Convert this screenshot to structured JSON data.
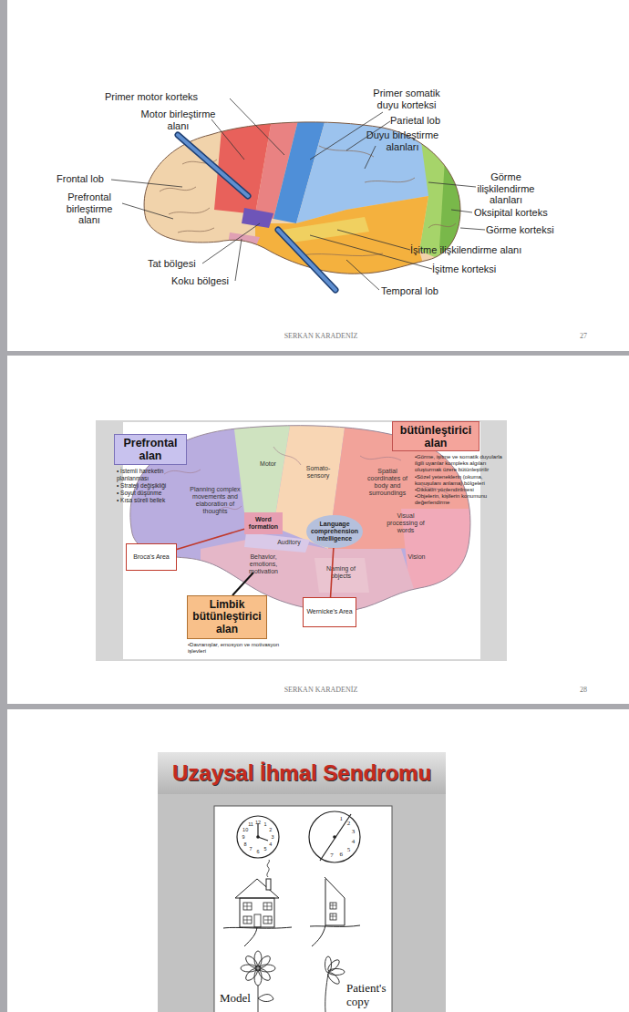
{
  "diagram": {
    "nodes": [
      {
        "text": [
          "Prefrontal alan",
          "• İstemli hareketin planlanması",
          "• Strateji değişikliği",
          "• Soyut düşünme",
          "• Kısa süreli bellek"
        ]
      },
      {
        "text": [
          "bütünleştirici alan",
          "•Görme, işitme ve somatik duyularla ilgili uyarılar kompleks algıları oluşturmak üzere bütünleştirilir",
          "•Sözel yeteneklerin (okuma, konuşulanı anlama) bölgeleri",
          "•Dikkatin yönlendirilmesi",
          "•Objelerin, kişilerin konumunu değerlendirme"
        ]
      },
      {
        "text": [
          "Word formation"
        ]
      },
      {
        "text": [
          "Language comprehension intelligence"
        ]
      },
      {
        "text": [
          "Broca's Area"
        ]
      },
      {
        "text": [
          "Wernicke's Area"
        ]
      },
      {
        "text": [
          "Limbik bütünleştirici alan",
          "•Davranışlar, emosyon ve motivasyon işlevleri"
        ]
      },
      {
        "text": [
          "Uzaysal İhmal Sendromu"
        ]
      }
    ],
    "edges": [
      {
        "from": 4,
        "to": 2,
        "arrow": "none"
      },
      {
        "from": 5,
        "to": 3,
        "arrow": "none"
      }
    ],
    "labels": [
      "Primer motor korteks",
      "Motor birleştirme alanı",
      "Frontal lob",
      "Prefrontal birleştirme alanı",
      "Tat bölgesi",
      "Koku bölgesi",
      "Primer somatik duyu korteksi",
      "Parietal lob",
      "Duyu birleştirme alanları",
      "Görme ilişkilendirme alanları",
      "Oksipital korteks",
      "Görme korteksi",
      "İşitme ilişkilendirme alanı",
      "İşitme korteksi",
      "Temporal lob",
      "SERKAN KARADENİZ",
      "27",
      "Motor",
      "Somato-sensory",
      "Spatial coordinates of body and surroundings",
      "Planning complex movements and elaboration of thoughts",
      "Auditory",
      "Visual processing of words",
      "Vision",
      "Behavior, emotions, motivation",
      "Naming of objects",
      "SERKAN KARADENİZ",
      "28",
      "12",
      "1",
      "2",
      "3",
      "4",
      "5",
      "6",
      "7",
      "8",
      "9",
      "10",
      "11",
      "1",
      "2",
      "3",
      "4",
      "5",
      "6",
      "7",
      "Model",
      "Patient's copy"
    ]
  }
}
